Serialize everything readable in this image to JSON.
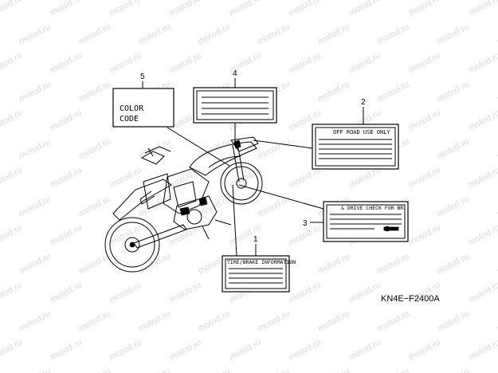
{
  "watermark": "motod.ru",
  "diagram_code": "KN4E−F2400A",
  "callouts": {
    "c1": "1",
    "c2": "2",
    "c3": "3",
    "c4": "4",
    "c5": "5"
  },
  "labels": {
    "color_code_line1": "COLOR",
    "color_code_line2": "CODE",
    "off_road": "OFF ROAD USE ONLY",
    "drive_chain": "& DRIVE CHECK FOR BR",
    "tire_label": "TIRE/BRAKE INFORMATION"
  }
}
